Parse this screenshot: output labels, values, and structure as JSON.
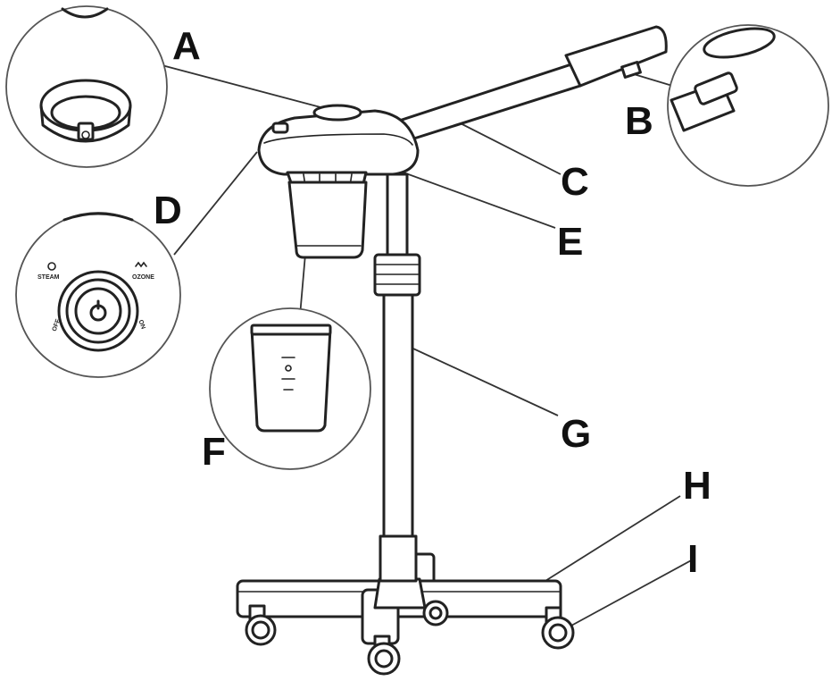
{
  "labels": {
    "a": "A",
    "b": "B",
    "c": "C",
    "d": "D",
    "e": "E",
    "f": "F",
    "g": "G",
    "h": "H",
    "i": "I"
  },
  "dial": {
    "steam": "STEAM",
    "ozone": "OZONE",
    "off": "OFF",
    "on": "ON"
  }
}
